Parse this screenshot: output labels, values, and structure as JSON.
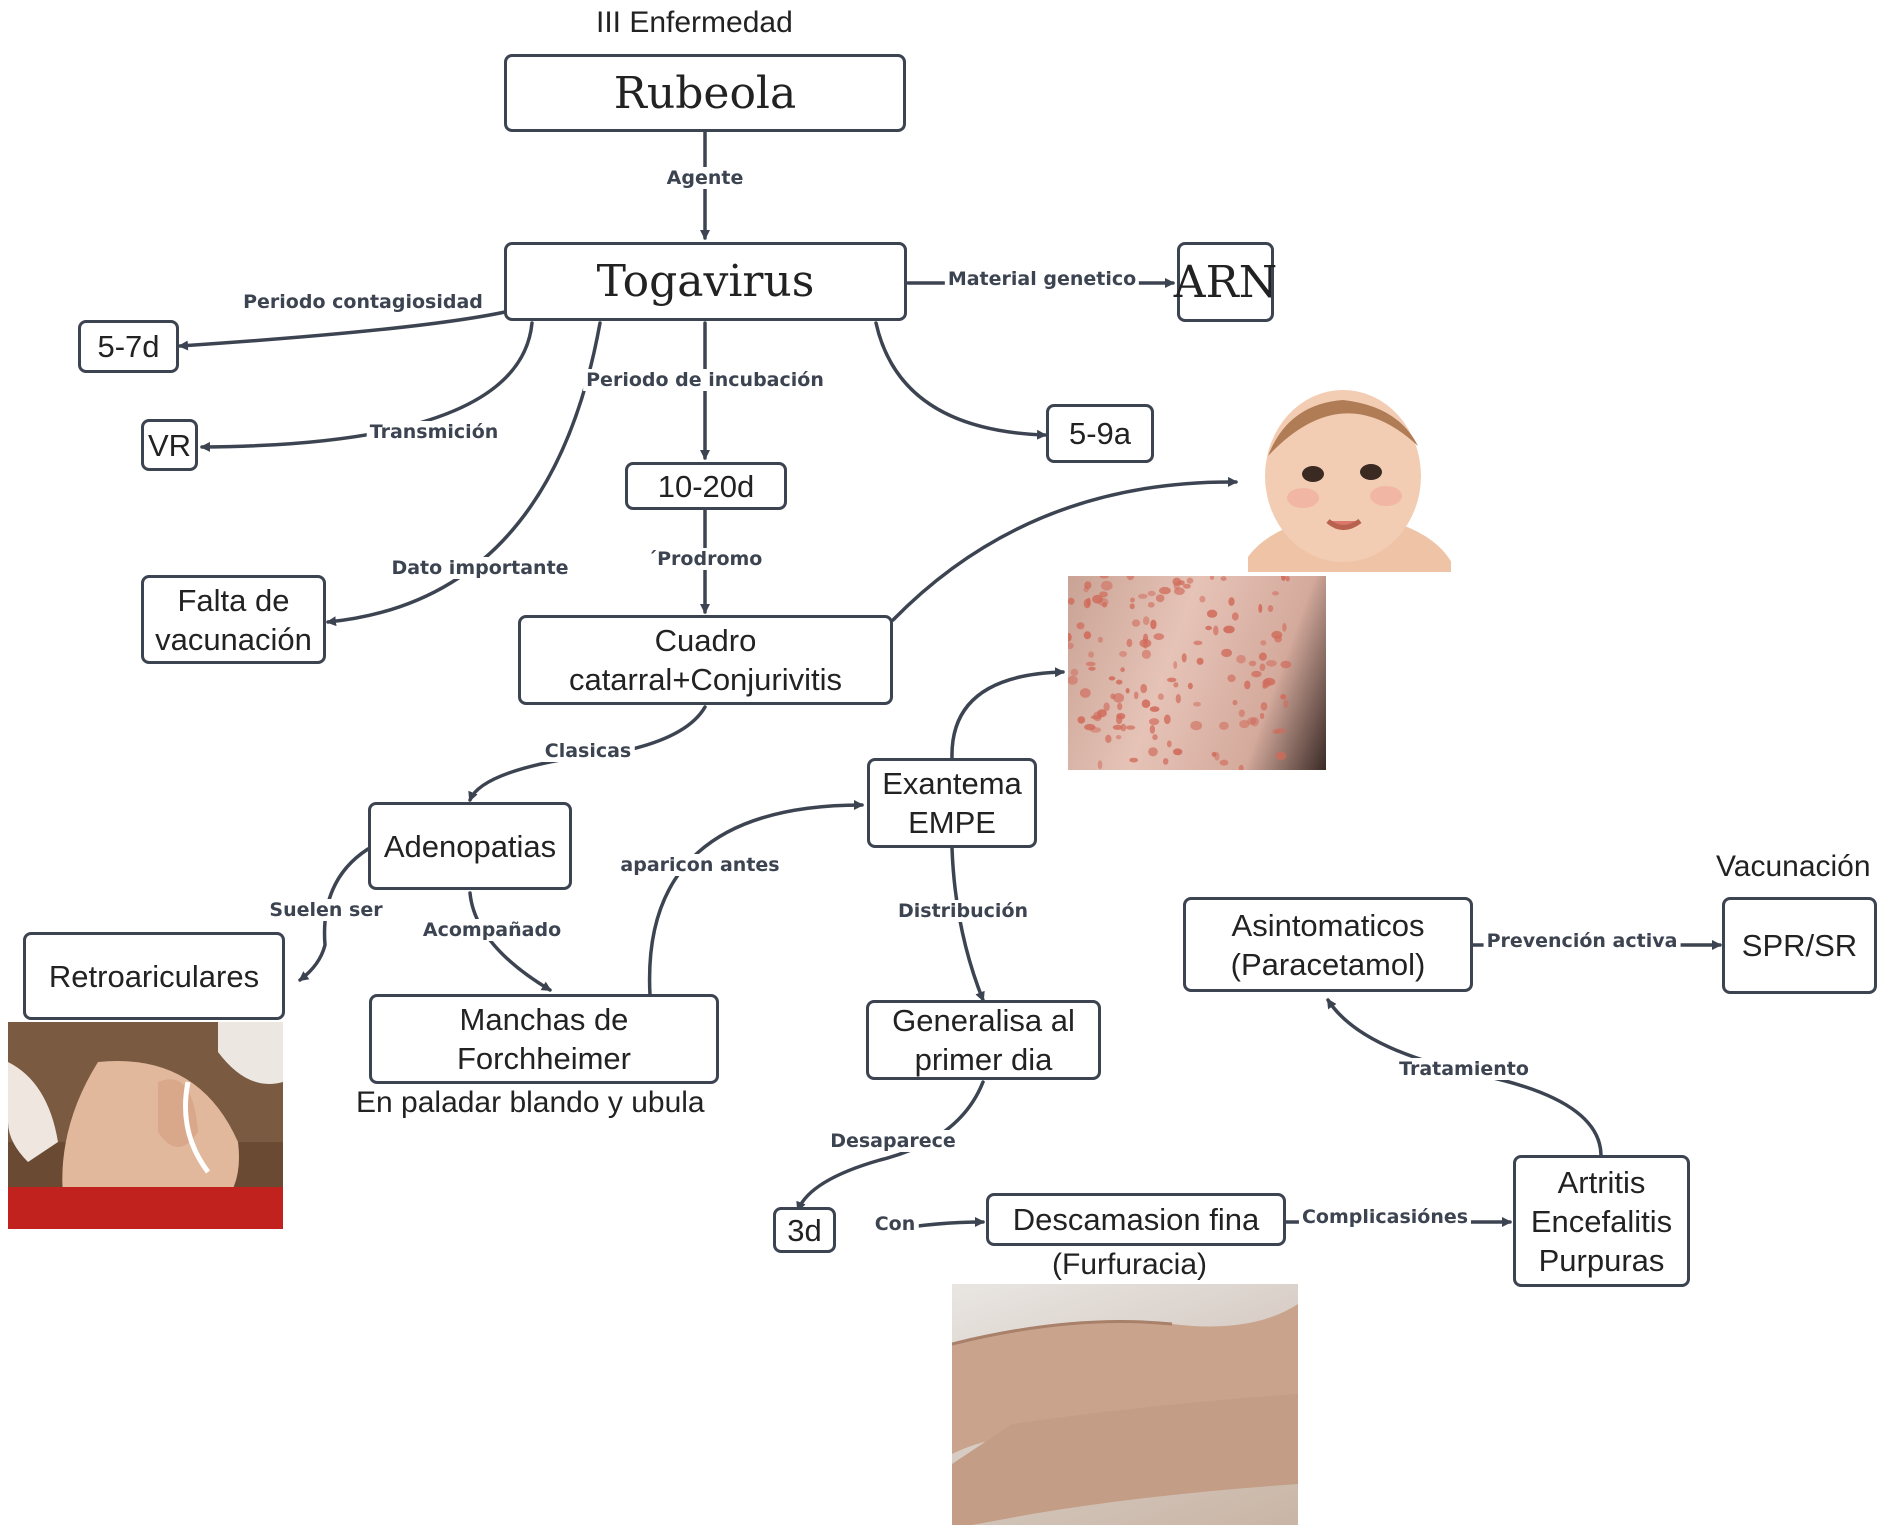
{
  "header": {
    "title": "III Enfermedad"
  },
  "nodes": {
    "rubeola": "Rubeola",
    "togavirus": "Togavirus",
    "arn": "ARN",
    "contagio": "5-7d",
    "vr": "VR",
    "incubacion": "10-20d",
    "edad": "5-9a",
    "falta": "Falta de\nvacunación",
    "cuadro": "Cuadro\ncatarral+Conjurivitis",
    "adenopatias": "Adenopatias",
    "retro": "Retroariculares",
    "manchas": "Manchas de\nForchheimer",
    "exantema": "Exantema\nEMPE",
    "generalisa": "Generalisa al\nprimer dia",
    "tres": "3d",
    "descamasion": "Descamasion fina",
    "asinto": "Asintomaticos\n(Paracetamol)",
    "spr": "SPR/SR",
    "compl": "Artritis\nEncefalitis\nPurpuras"
  },
  "edges": {
    "agente": "Agente",
    "material": "Material genetico",
    "contagiosidad": "Periodo contagiosidad",
    "transmicion": "Transmición",
    "incubacion": "Periodo de incubación",
    "dato": "Dato importante",
    "prodromo": "´Prodromo",
    "clasicas": "Clasicas",
    "suelen": "Suelen ser",
    "acompanado": "Acompañado",
    "aparicon": "aparicon antes",
    "distribucion": "Distribución",
    "desaparece": "Desaparece",
    "con": "Con",
    "complicasiones": "Complicasiónes",
    "tratamiento": "Tratamiento",
    "prevencion": "Prevención activa"
  },
  "annotations": {
    "paladar": "En paladar blando y ubula",
    "furfuracia": "(Furfuracia)",
    "vacunacion": "Vacunación"
  },
  "colors": {
    "line": "#3d4451",
    "box_border": "#3d4451"
  }
}
